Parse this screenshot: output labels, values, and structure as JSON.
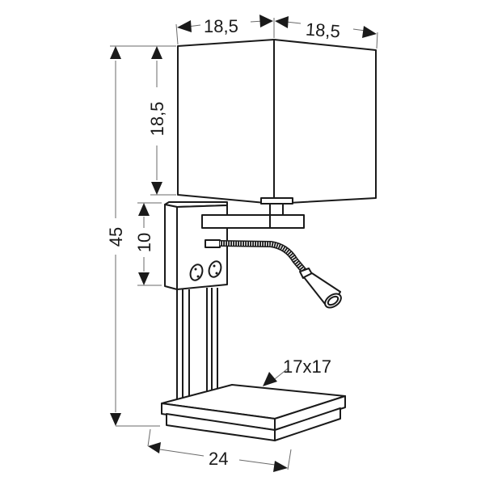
{
  "diagram": {
    "subject": "wall lamp with reading LED arm",
    "colors": {
      "line": "#1a1a1a",
      "dim_line": "#6a6a6a",
      "background": "#ffffff"
    },
    "dimensions": {
      "shade_width_left": "18,5",
      "shade_width_right": "18,5",
      "shade_height": "18,5",
      "total_height": "45",
      "box_height": "10",
      "base_top": "17x17",
      "base_width": "24"
    }
  }
}
